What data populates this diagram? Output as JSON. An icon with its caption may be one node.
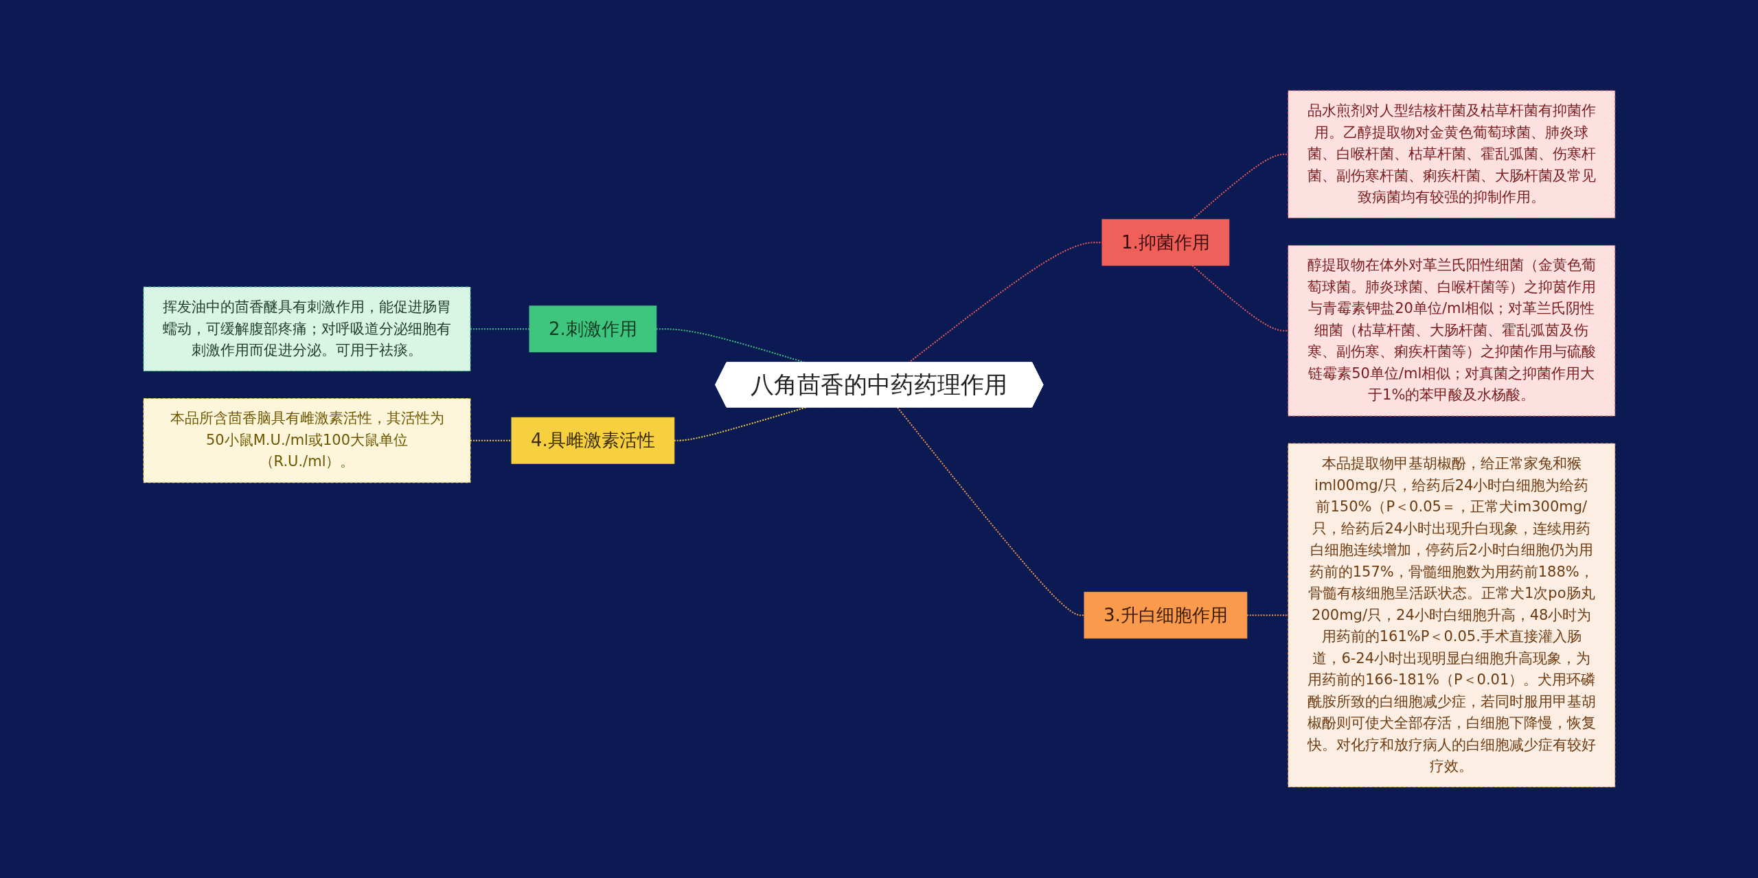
{
  "diagram": {
    "nodes": [
      {
        "text": [
          "八角茴香的中药药理作用"
        ]
      },
      {
        "text": [
          "1.抑菌作用"
        ]
      },
      {
        "text": [
          "品水煎剂对人型结核杆菌及枯草杆菌有抑菌作用。乙醇提取物对金黄色葡萄球菌、肺炎球菌、白喉杆菌、枯草杆菌、霍乱弧菌、伤寒杆菌、副伤寒杆菌、痢疾杆菌、大肠杆菌及常见致病菌均有较强的抑制作用。"
        ]
      },
      {
        "text": [
          "醇提取物在体外对革兰氏阳性细菌（金黄色葡萄球菌。肺炎球菌、白喉杆菌等）之抑茵作用与青霉素钾盐20单位/ml相似；对革兰氏阴性细菌（枯草杆菌、大肠杆菌、霍乱弧茵及伤寒、副伤寒、痢疾杆菌等）之抑菌作用与硫酸链霉素50单位/ml相似；对真菌之抑菌作用大于1%的苯甲酸及水杨酸。"
        ]
      },
      {
        "text": [
          "3.升白细胞作用"
        ]
      },
      {
        "text": [
          "本品提取物甲基胡椒酚，给正常家兔和猴iml00mg/只，给药后24小时白细胞为给药前150%（P＜0.05＝，正常犬im300mg/只，给药后24小时出现升白现象，连续用药白细胞连续增加，停药后2小时白细胞仍为用药前的157%，骨髓细胞数为用药前188%，骨髓有核细胞呈活跃状态。正常犬1次po肠丸200mg/只，24小时白细胞升高，48小时为用药前的161%P＜0.05.手术直接灌入肠道，6-24小时出现明显白细胞升高现象，为用药前的166-181%（P＜0.01）。犬用环磷酰胺所致的白细胞减少症，若同时服用甲基胡椒酚则可使犬全部存活，白细胞下降慢，恢复快。对化疗和放疗病人的白细胞减少症有较好疗效。"
        ]
      },
      {
        "text": [
          "2.刺激作用"
        ]
      },
      {
        "text": [
          "挥发油中的茴香醚具有刺激作用，能促进肠胃蠕动，可缓解腹部疼痛；对呼吸道分泌细胞有刺激作用而促进分泌。可用于祛痰。"
        ]
      },
      {
        "text": [
          "4.具雌激素活性"
        ]
      },
      {
        "text": [
          "本品所含茴香脑具有雌激素活性，其活性为50小鼠M.U./ml或100大鼠单位（R.U./ml）。"
        ]
      }
    ],
    "edges": [
      {
        "from": 0,
        "to": 1,
        "arrow": "none",
        "style": "dashed",
        "color": "#f0605a"
      },
      {
        "from": 1,
        "to": 2,
        "arrow": "none",
        "style": "dashed",
        "color": "#f0605a"
      },
      {
        "from": 1,
        "to": 3,
        "arrow": "none",
        "style": "dashed",
        "color": "#f0605a"
      },
      {
        "from": 0,
        "to": 4,
        "arrow": "none",
        "style": "dashed",
        "color": "#f99a4c"
      },
      {
        "from": 4,
        "to": 5,
        "arrow": "none",
        "style": "dashed",
        "color": "#f99a4c"
      },
      {
        "from": 6,
        "to": 0,
        "arrow": "none",
        "style": "dashed",
        "color": "#3ec67e"
      },
      {
        "from": 7,
        "to": 6,
        "arrow": "none",
        "style": "dashed",
        "color": "#3ec67e"
      },
      {
        "from": 8,
        "to": 0,
        "arrow": "none",
        "style": "dashed",
        "color": "#f7d040"
      },
      {
        "from": 9,
        "to": 8,
        "arrow": "none",
        "style": "dashed",
        "color": "#f7d040"
      }
    ]
  }
}
